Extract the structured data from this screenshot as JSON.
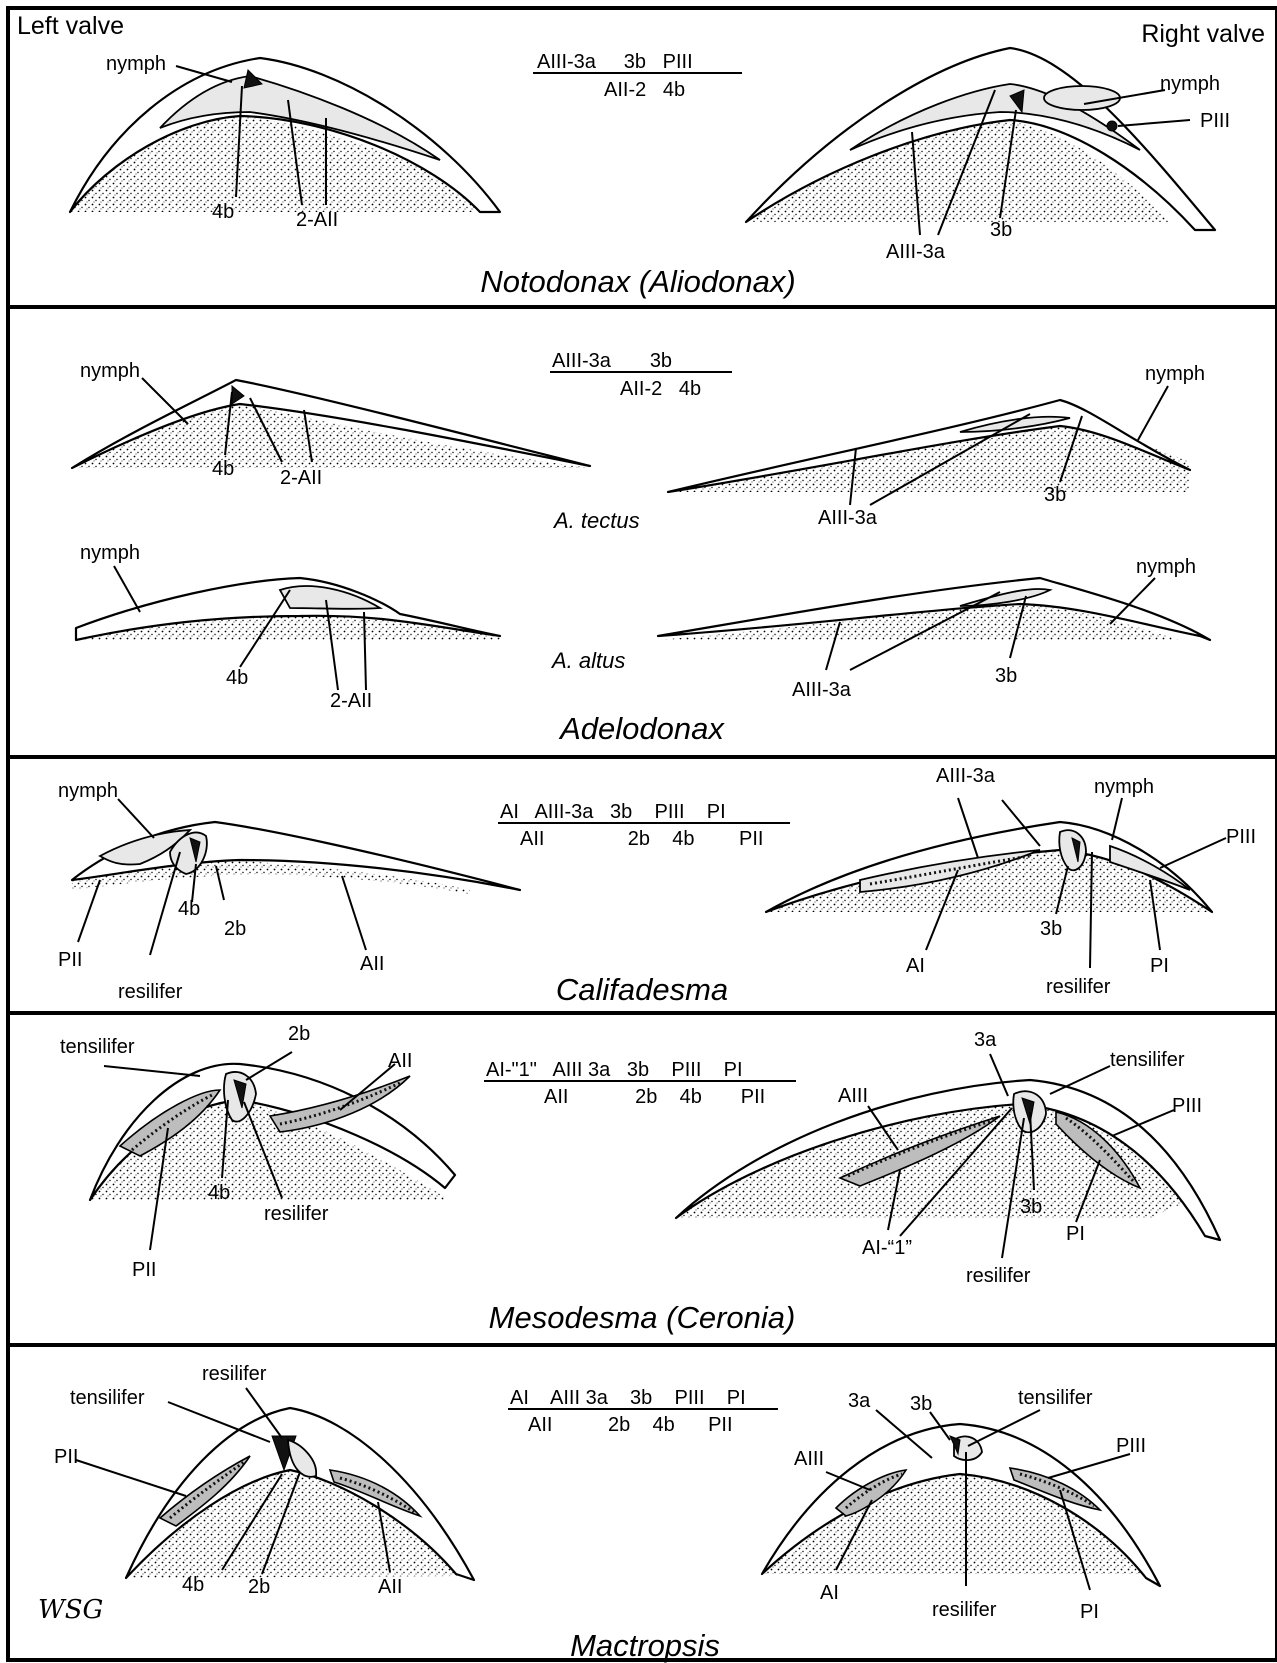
{
  "corners": {
    "left": "Left valve",
    "right": "Right valve"
  },
  "signature": "WSG",
  "panels": [
    {
      "title": "Notodonax (Aliodonax)",
      "formula": {
        "top": "AIII-3a     3b   PIII",
        "bottom": "AII-2   4b"
      },
      "left_labels": [
        "nymph",
        "4b",
        "2-AII"
      ],
      "right_labels": [
        "nymph",
        "PIII",
        "AIII-3a",
        "3b"
      ]
    },
    {
      "title": "Adelodonax",
      "formula": {
        "top": "AIII-3a       3b",
        "bottom": "AII-2   4b"
      },
      "species": [
        "A. tectus",
        "A. altus"
      ],
      "tectus_left": [
        "nymph",
        "4b",
        "2-AII"
      ],
      "tectus_right": [
        "nymph",
        "AIII-3a",
        "3b"
      ],
      "altus_left": [
        "nymph",
        "4b",
        "2-AII"
      ],
      "altus_right": [
        "nymph",
        "AIII-3a",
        "3b"
      ]
    },
    {
      "title": "Califadesma",
      "formula": {
        "top": "AI   AIII-3a   3b    PIII    PI",
        "bottom": "AII               2b    4b        PII"
      },
      "left_labels": [
        "nymph",
        "PII",
        "resilifer",
        "4b",
        "2b",
        "AII"
      ],
      "right_labels": [
        "AIII-3a",
        "nymph",
        "PIII",
        "AI",
        "3b",
        "resilifer",
        "PI"
      ]
    },
    {
      "title": "Mesodesma (Ceronia)",
      "formula": {
        "top": "AI-\"1\"   AIII 3a   3b    PIII    PI",
        "bottom": "AII            2b    4b       PII"
      },
      "left_labels": [
        "tensilifer",
        "2b",
        "AII",
        "4b",
        "resilifer",
        "PII"
      ],
      "right_labels": [
        "3a",
        "tensilifer",
        "AIII",
        "PIII",
        "3b",
        "PI",
        "AI-“1”",
        "resilifer"
      ]
    },
    {
      "title": "Mactropsis",
      "formula": {
        "top": "AI    AIII 3a    3b    PIII    PI",
        "bottom": "AII          2b    4b      PII"
      },
      "left_labels": [
        "resilifer",
        "tensilifer",
        "PII",
        "4b",
        "2b",
        "AII"
      ],
      "right_labels": [
        "3a",
        "3b",
        "tensilifer",
        "AIII",
        "PIII",
        "AI",
        "resilifer",
        "PI"
      ]
    }
  ]
}
